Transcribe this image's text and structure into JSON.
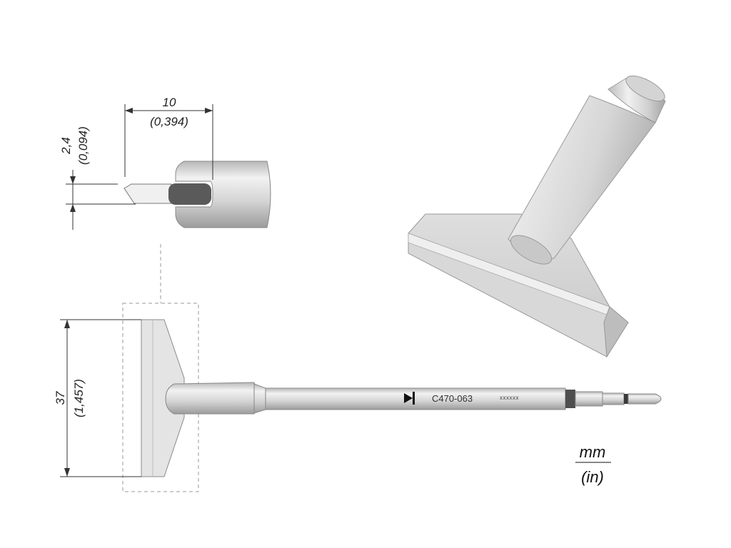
{
  "drawing": {
    "part_number": "C470-063",
    "serial_mark": "xxxxxx",
    "dimensions": {
      "width": {
        "mm": "10",
        "in": "(0,394)"
      },
      "thickness": {
        "mm": "2,4",
        "in": "(0,094)"
      },
      "blade_length": {
        "mm": "37",
        "in": "(1,457)"
      }
    },
    "units": {
      "primary": "mm",
      "secondary": "(in)"
    }
  },
  "colors": {
    "metal_light": "#e2e2e2",
    "metal_mid": "#c6c6c6",
    "metal_dark": "#9a9a9a",
    "dark_band": "#5a5a5a",
    "outline": "#777777",
    "dim_line": "#333333",
    "guide_dash": "#999999"
  }
}
